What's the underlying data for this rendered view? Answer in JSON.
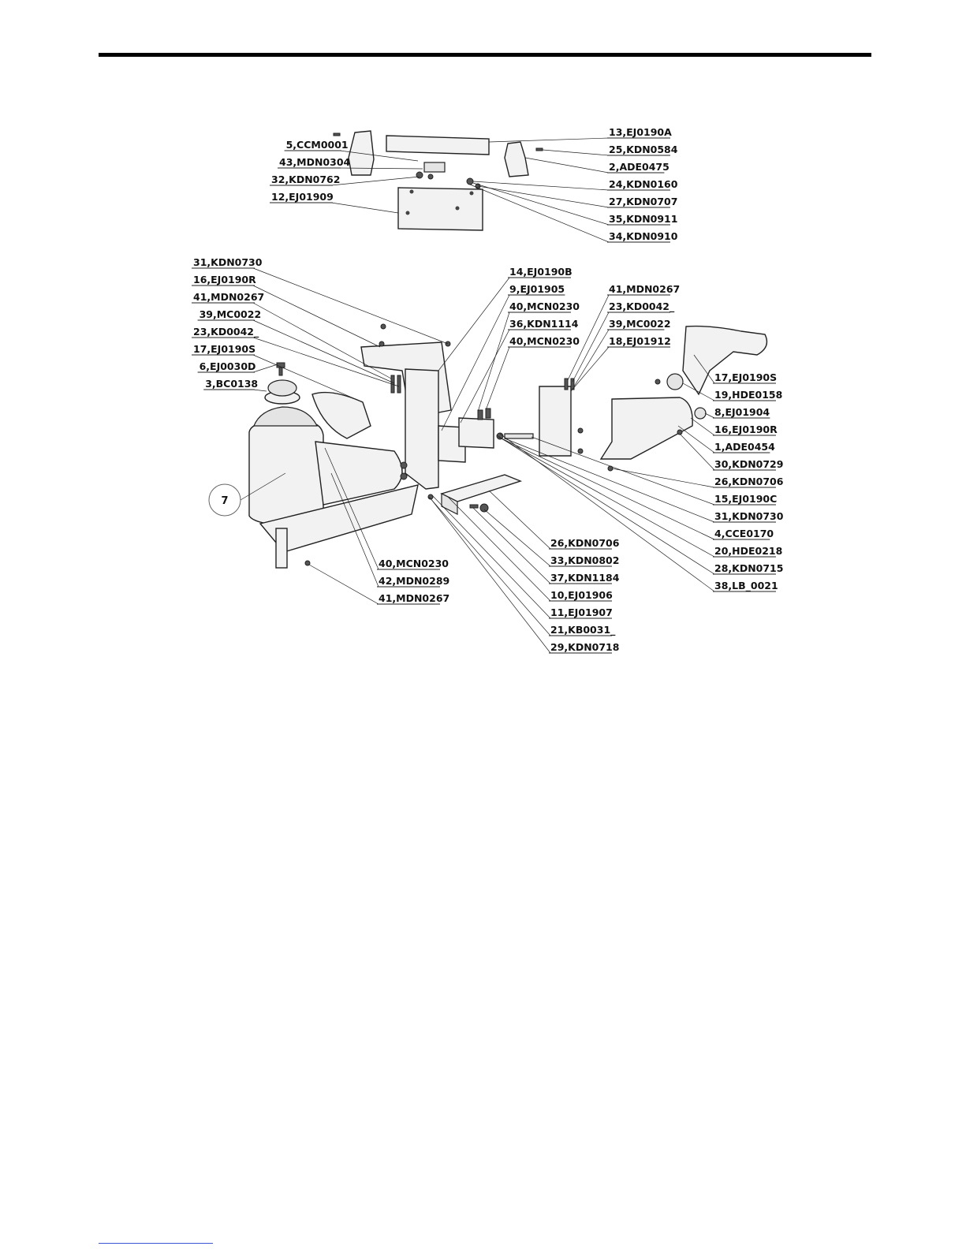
{
  "document": {
    "callout_number": "7"
  },
  "labels": [
    {
      "id": "l1",
      "text": "13,EJ0190A"
    },
    {
      "id": "l2",
      "text": "25,KDN0584"
    },
    {
      "id": "l3",
      "text": "2,ADE0475"
    },
    {
      "id": "l4",
      "text": "24,KDN0160"
    },
    {
      "id": "l5",
      "text": "27,KDN0707"
    },
    {
      "id": "l6",
      "text": "35,KDN0911"
    },
    {
      "id": "l7",
      "text": "34,KDN0910"
    },
    {
      "id": "l8",
      "text": "5,CCM0001"
    },
    {
      "id": "l9",
      "text": "43,MDN0304"
    },
    {
      "id": "l10",
      "text": "32,KDN0762"
    },
    {
      "id": "l11",
      "text": "12,EJ01909"
    },
    {
      "id": "l12",
      "text": "31,KDN0730"
    },
    {
      "id": "l13",
      "text": "16,EJ0190R"
    },
    {
      "id": "l14",
      "text": "41,MDN0267"
    },
    {
      "id": "l15",
      "text": "39,MC0022"
    },
    {
      "id": "l16",
      "text": "23,KD0042_"
    },
    {
      "id": "l17",
      "text": "17,EJ0190S"
    },
    {
      "id": "l18",
      "text": "6,EJ0030D"
    },
    {
      "id": "l19",
      "text": "3,BC0138"
    },
    {
      "id": "l20",
      "text": "14,EJ0190B"
    },
    {
      "id": "l21",
      "text": "9,EJ01905"
    },
    {
      "id": "l22",
      "text": "40,MCN0230"
    },
    {
      "id": "l23",
      "text": "36,KDN1114"
    },
    {
      "id": "l24",
      "text": "40,MCN0230"
    },
    {
      "id": "l25",
      "text": "41,MDN0267"
    },
    {
      "id": "l26",
      "text": "23,KD0042_"
    },
    {
      "id": "l27",
      "text": "39,MC0022"
    },
    {
      "id": "l28",
      "text": "18,EJ01912"
    },
    {
      "id": "l29",
      "text": "17,EJ0190S"
    },
    {
      "id": "l30",
      "text": "19,HDE0158"
    },
    {
      "id": "l31",
      "text": "8,EJ01904"
    },
    {
      "id": "l32",
      "text": "16,EJ0190R"
    },
    {
      "id": "l33",
      "text": "1,ADE0454"
    },
    {
      "id": "l34",
      "text": "30,KDN0729"
    },
    {
      "id": "l35",
      "text": "26,KDN0706"
    },
    {
      "id": "l36",
      "text": "15,EJ0190C"
    },
    {
      "id": "l37",
      "text": "31,KDN0730"
    },
    {
      "id": "l38",
      "text": "4,CCE0170"
    },
    {
      "id": "l39",
      "text": "20,HDE0218"
    },
    {
      "id": "l40",
      "text": "28,KDN0715"
    },
    {
      "id": "l41",
      "text": "38,LB_0021"
    },
    {
      "id": "l42",
      "text": "26,KDN0706"
    },
    {
      "id": "l43",
      "text": "33,KDN0802"
    },
    {
      "id": "l44",
      "text": "37,KDN1184"
    },
    {
      "id": "l45",
      "text": "10,EJ01906"
    },
    {
      "id": "l46",
      "text": "11,EJ01907"
    },
    {
      "id": "l47",
      "text": "21,KB0031_"
    },
    {
      "id": "l48",
      "text": "29,KDN0718"
    },
    {
      "id": "l49",
      "text": "40,MCN0230"
    },
    {
      "id": "l50",
      "text": "42,MDN0289"
    },
    {
      "id": "l51",
      "text": "41,MDN0267"
    }
  ]
}
